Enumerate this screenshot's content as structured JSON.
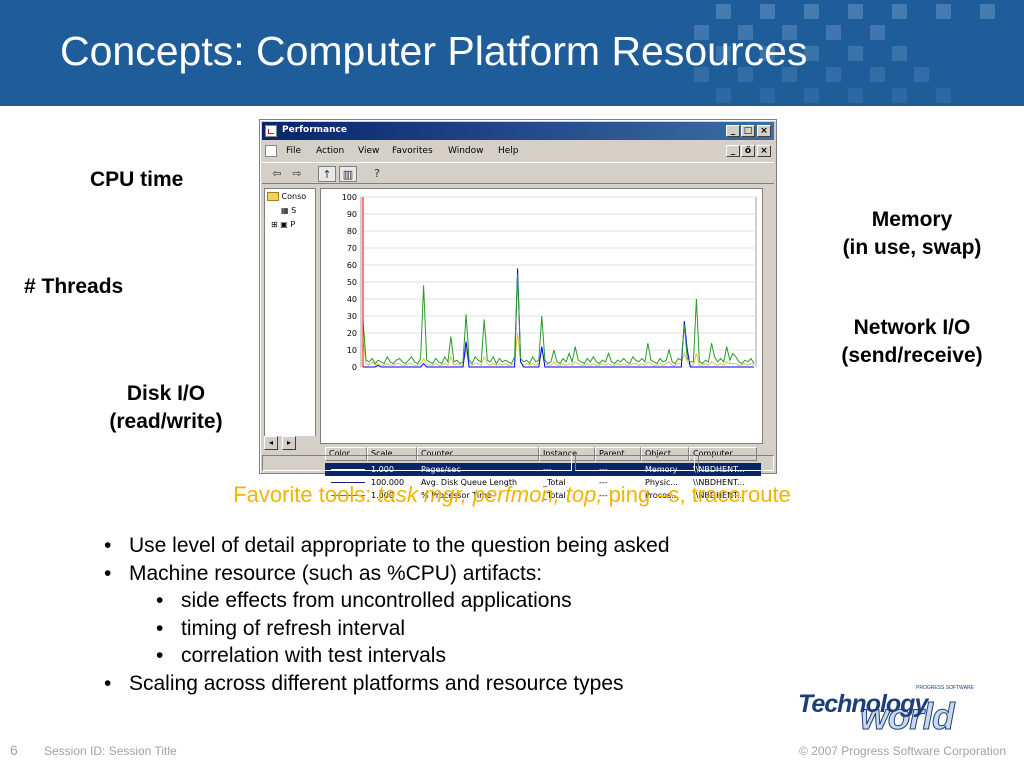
{
  "slide": {
    "title": "Concepts:  Computer Platform Resources",
    "accent_color": "#1f5d9a",
    "labels": {
      "cpu_time": "CPU time",
      "threads": "# Threads",
      "disk_io_1": "Disk I/O",
      "disk_io_2": "(read/write)",
      "memory_1": "Memory",
      "memory_2": "(in use, swap)",
      "network_1": "Network I/O",
      "network_2": "(send/receive)"
    },
    "favorite": {
      "prefix": "Favorite tools: ",
      "italic": "task mgr, perfmon, top,",
      "suffix": " ping –s, traceroute"
    },
    "bullets": [
      {
        "text": "Use level of detail appropriate to the question being asked",
        "level": 1
      },
      {
        "text": "Machine resource (such as %CPU) artifacts:",
        "level": 1
      },
      {
        "text": "side effects from uncontrolled applications",
        "level": 2
      },
      {
        "text": "timing of refresh interval",
        "level": 2
      },
      {
        "text": "correlation with test intervals",
        "level": 2
      },
      {
        "text": "Scaling across different platforms and resource types",
        "level": 1
      }
    ],
    "footer": {
      "page_number": "6",
      "session": "Session ID: Session Title",
      "copyright": "© 2007 Progress Software Corporation"
    },
    "logo": {
      "word1": "Technology",
      "word2": "world",
      "small": "PROGRESS SOFTWARE"
    }
  },
  "window": {
    "title": "Performance",
    "min_glyph": "_",
    "max_glyph": "□",
    "close_glyph": "×",
    "restore_glyph": "ő",
    "menus": [
      "File",
      "Action",
      "View",
      "Favorites",
      "Window",
      "Help"
    ],
    "tree": {
      "root": "Conso",
      "child1": "S",
      "child2": "P"
    },
    "counter_columns": [
      "Color",
      "Scale",
      "Counter",
      "Instance",
      "Parent",
      "Object",
      "Computer"
    ],
    "counters": [
      {
        "scale": "1.000",
        "counter": "Pages/sec",
        "instance": "---",
        "parent": "---",
        "object": "Memory",
        "computer": "\\\\NBDHENT...",
        "color": "#0000ff",
        "selected": true
      },
      {
        "scale": "100.000",
        "counter": "Avg. Disk Queue Length",
        "instance": "_Total",
        "parent": "---",
        "object": "Physic...",
        "computer": "\\\\NBDHENT...",
        "color": "#1a1a80",
        "selected": false
      },
      {
        "scale": "1.000",
        "counter": "% Processor Time",
        "instance": "_Total",
        "parent": "---",
        "object": "Proces...",
        "computer": "\\\\NBDHENT...",
        "color": "#2a9a2a",
        "selected": false
      }
    ]
  },
  "chart_data": {
    "type": "line",
    "ylim": [
      0,
      100
    ],
    "yticks": [
      "100",
      "90",
      "80",
      "70",
      "60",
      "50",
      "40",
      "30",
      "20",
      "10",
      "0"
    ],
    "grid": true,
    "series": [
      {
        "name": "% Processor Time",
        "color": "#2a9a2a",
        "values": [
          28,
          4,
          3,
          5,
          2,
          4,
          3,
          2,
          6,
          3,
          2,
          4,
          5,
          3,
          2,
          4,
          6,
          3,
          2,
          5,
          48,
          4,
          3,
          2,
          5,
          3,
          2,
          6,
          3,
          18,
          3,
          4,
          2,
          3,
          31,
          4,
          2,
          6,
          4,
          3,
          28,
          4,
          3,
          6,
          2,
          5,
          3,
          4,
          3,
          2,
          6,
          55,
          5,
          3,
          4,
          2,
          6,
          3,
          4,
          30,
          4,
          2,
          3,
          10,
          3,
          2,
          5,
          3,
          8,
          3,
          12,
          4,
          3,
          2,
          5,
          3,
          6,
          3,
          2,
          4,
          3,
          8,
          3,
          2,
          4,
          3,
          5,
          3,
          2,
          6,
          4,
          3,
          5,
          3,
          14,
          4,
          3,
          2,
          5,
          3,
          4,
          10,
          3,
          2,
          5,
          4,
          25,
          5,
          3,
          3,
          40,
          3,
          2,
          4,
          3,
          14,
          6,
          3,
          5,
          3,
          12,
          4,
          8,
          6,
          3,
          2,
          4,
          3,
          5,
          2
        ]
      },
      {
        "name": "Pages/sec",
        "color": "#0000ff",
        "values": [
          0,
          0,
          0,
          0,
          0,
          1,
          0,
          0,
          0,
          0,
          0,
          0,
          0,
          0,
          0,
          0,
          0,
          0,
          0,
          0,
          2,
          0,
          0,
          0,
          0,
          0,
          0,
          0,
          0,
          0,
          0,
          0,
          0,
          0,
          15,
          0,
          0,
          0,
          0,
          0,
          0,
          0,
          0,
          0,
          0,
          0,
          0,
          0,
          0,
          0,
          0,
          58,
          3,
          0,
          0,
          0,
          0,
          0,
          0,
          12,
          0,
          0,
          0,
          0,
          0,
          0,
          0,
          0,
          0,
          0,
          0,
          0,
          0,
          0,
          0,
          0,
          0,
          0,
          0,
          0,
          0,
          0,
          0,
          0,
          0,
          0,
          0,
          0,
          0,
          0,
          0,
          0,
          0,
          0,
          0,
          0,
          0,
          0,
          0,
          0,
          0,
          0,
          0,
          0,
          0,
          0,
          27,
          10,
          0,
          0,
          0,
          0,
          0,
          0,
          0,
          0,
          0,
          0,
          0,
          0,
          0,
          0,
          0,
          0,
          0,
          0,
          0,
          0,
          0,
          0
        ]
      },
      {
        "name": "Avg. Disk Queue Length",
        "color": "#d4c84a",
        "values": [
          16,
          2,
          1,
          3,
          1,
          2,
          1,
          1,
          2,
          1,
          1,
          2,
          2,
          1,
          1,
          2,
          2,
          1,
          1,
          2,
          5,
          2,
          1,
          1,
          2,
          1,
          1,
          2,
          1,
          6,
          1,
          2,
          1,
          1,
          10,
          2,
          1,
          2,
          2,
          1,
          6,
          2,
          1,
          2,
          1,
          2,
          1,
          2,
          1,
          1,
          2,
          20,
          3,
          1,
          2,
          1,
          2,
          1,
          2,
          10,
          2,
          1,
          1,
          3,
          1,
          1,
          2,
          1,
          2,
          1,
          3,
          2,
          1,
          1,
          2,
          1,
          2,
          1,
          1,
          2,
          1,
          2,
          1,
          1,
          2,
          1,
          2,
          1,
          1,
          2,
          2,
          1,
          2,
          1,
          3,
          2,
          1,
          1,
          2,
          1,
          2,
          3,
          1,
          1,
          2,
          2,
          8,
          3,
          1,
          1,
          8,
          1,
          1,
          2,
          1,
          3,
          2,
          1,
          2,
          1,
          3,
          2,
          2,
          2,
          1,
          1,
          2,
          1,
          2,
          1
        ]
      }
    ],
    "cursor_color": "#ff0000"
  }
}
